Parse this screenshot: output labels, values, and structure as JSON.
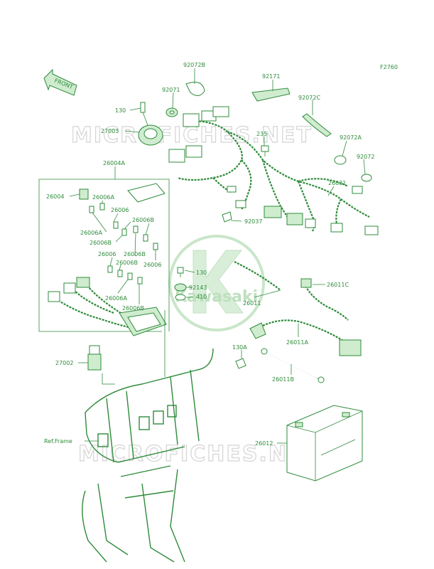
{
  "diagram_code": "F2760",
  "direction_label": "FRONT",
  "watermark": "MICROFICHES.NET",
  "logo_text": "Kawasaki",
  "labels": {
    "p92072B": "92072B",
    "p92171": "92171",
    "p92071": "92071",
    "p130": "130",
    "p92072C": "92072C",
    "p27003": "27003",
    "p235": "235",
    "p92072A": "92072A",
    "p92072": "92072",
    "p26004A": "26004A",
    "p26031": "26031",
    "p26004": "26004",
    "p26006A_1": "26006A",
    "p26006_1": "26006",
    "p26006B_1": "26006B",
    "p26006A_2": "26006A",
    "p26006B_2": "26006B",
    "p92037": "92037",
    "p26006_2": "26006",
    "p26006B_3": "26006B",
    "p26006B_4": "26006B",
    "p26006_3": "26006",
    "p130b": "130",
    "p92143": "92143",
    "p410": "410",
    "p26011": "26011",
    "p26011C": "26011C",
    "p26006A_3": "26006A",
    "p26006B_5": "26006B",
    "p26011A": "26011A",
    "p130A": "130A",
    "p27002": "27002",
    "p26011B": "26011B",
    "p26012": "26012",
    "refframe": "Ref.Frame"
  },
  "colors": {
    "line": "#2e8b3a",
    "watermark": "#d4d4d4",
    "logo": "#bfe0bf"
  }
}
